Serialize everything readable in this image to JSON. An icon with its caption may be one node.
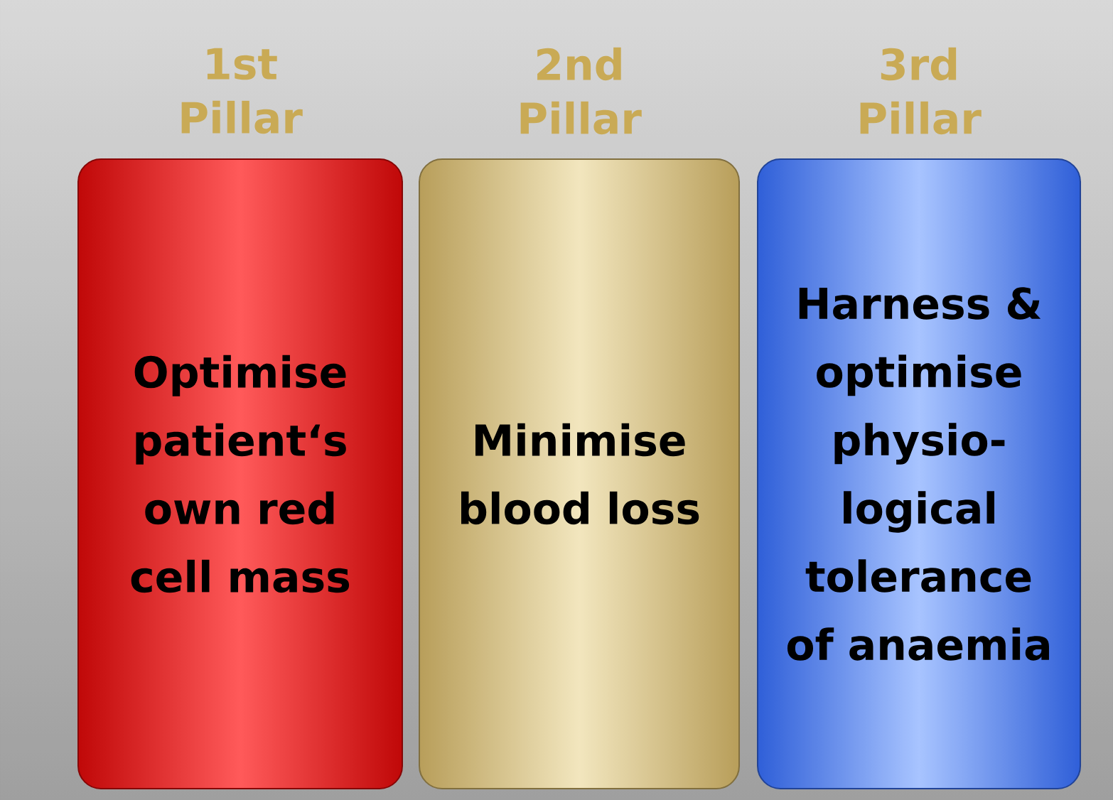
{
  "diagram": {
    "nodes": [
      {
        "text": [
          "1st Pillar",
          "Optimise patient‘s own red cell mass"
        ]
      },
      {
        "text": [
          "2nd Pillar",
          "Minimise blood loss"
        ]
      },
      {
        "text": [
          "3rd Pillar",
          "Harness & optimise physio-logical tolerance of anaemia"
        ]
      }
    ]
  }
}
